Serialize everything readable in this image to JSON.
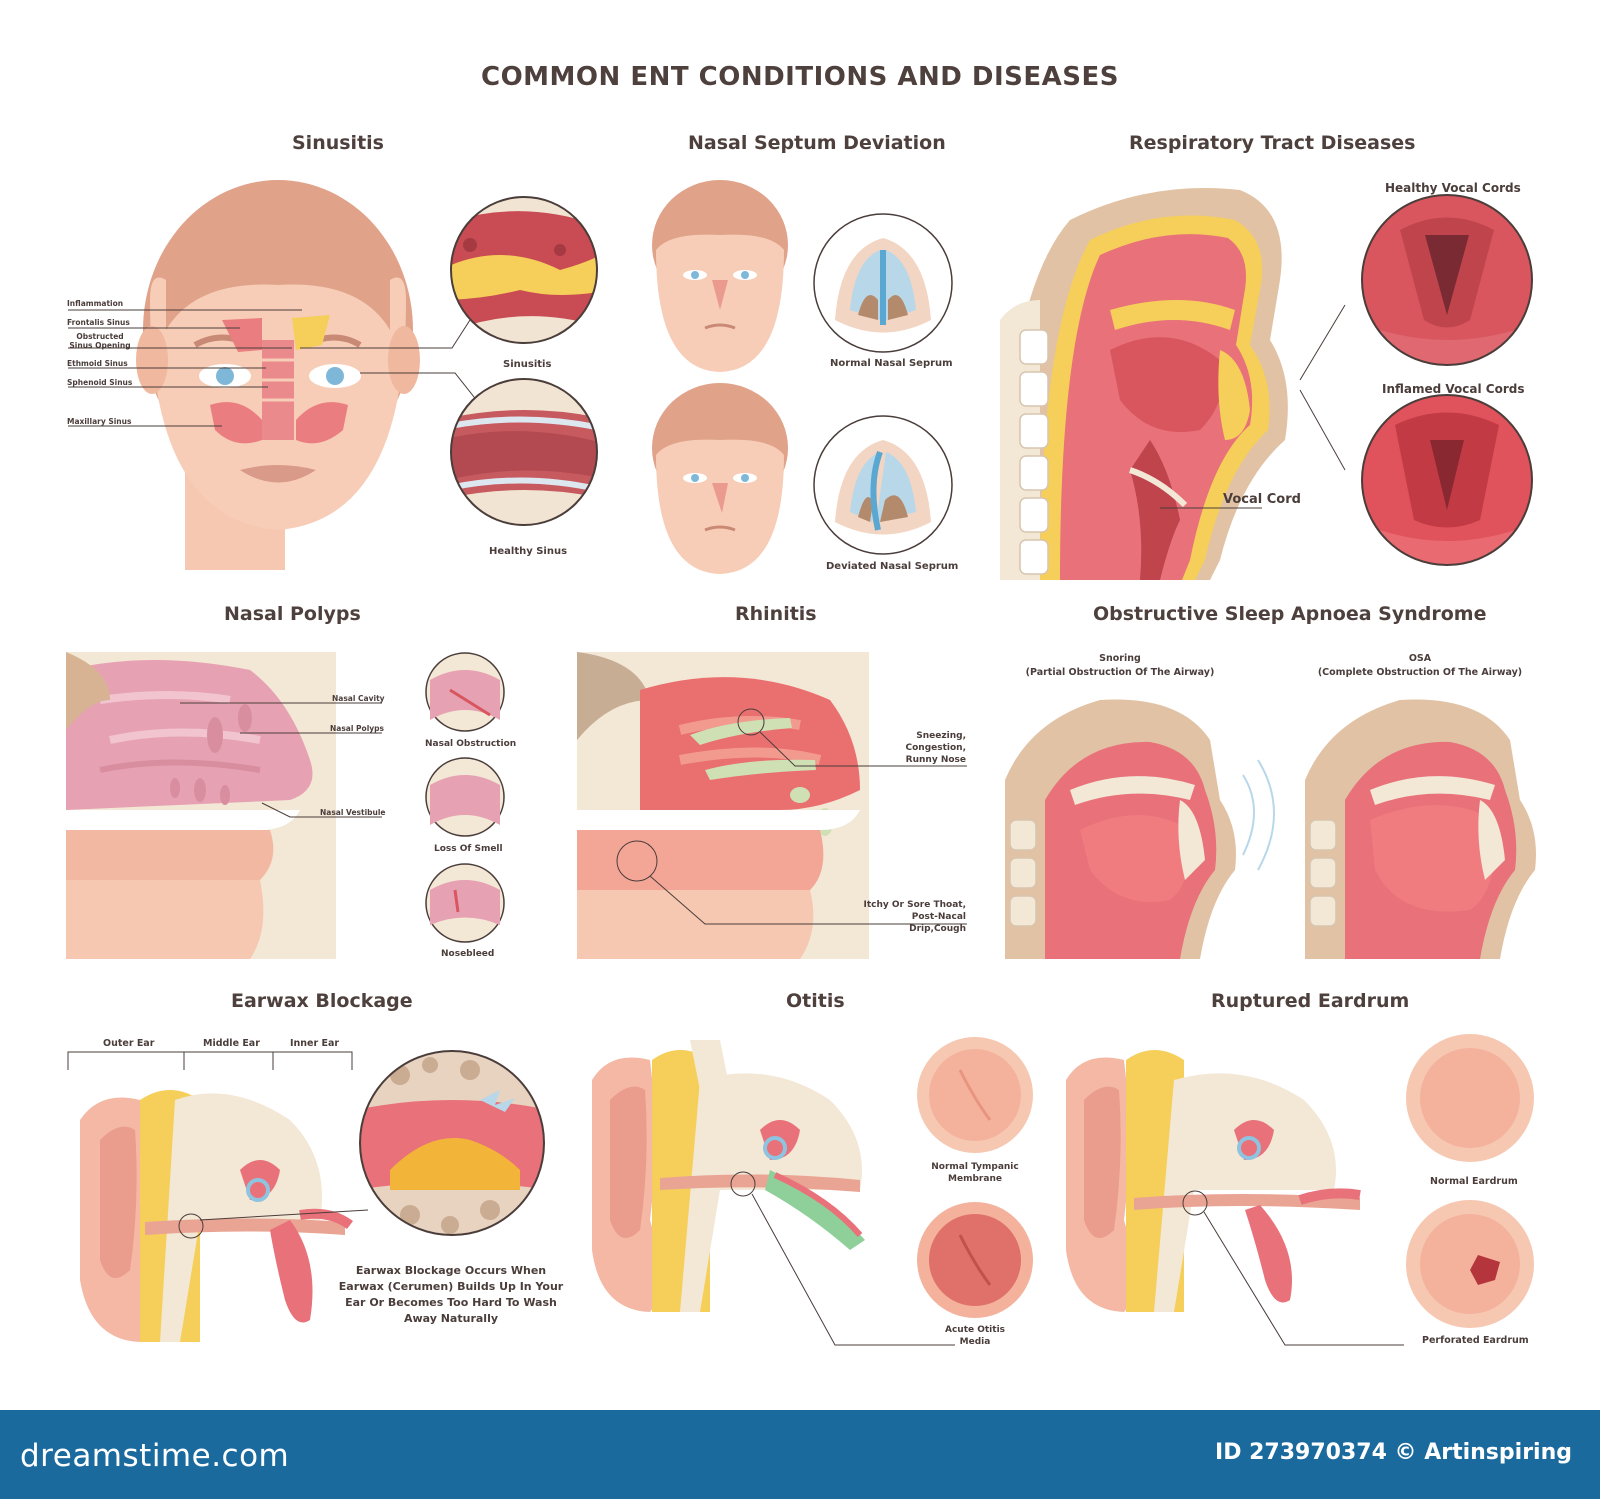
{
  "title": "COMMON ENT CONDITIONS AND DISEASES",
  "sections": {
    "sinusitis": {
      "title": "Sinusitis",
      "labels": [
        "Inflammation",
        "Frontalis Sinus",
        "Obstructed Sinus Opening",
        "Ethmoid Sinus",
        "Sphenoid Sinus",
        "Maxillary Sinus"
      ],
      "circle_top": "Sinusitis",
      "circle_bottom": "Healthy Sinus"
    },
    "septum": {
      "title": "Nasal Septum Deviation",
      "normal": "Normal Nasal Seprum",
      "deviated": "Deviated Nasal Seprum"
    },
    "respiratory": {
      "title": "Respiratory Tract Diseases",
      "healthy": "Healthy Vocal Cords",
      "inflamed": "Inflamed Vocal Cords",
      "vocal_cord": "Vocal Cord"
    },
    "polyps": {
      "title": "Nasal Polyps",
      "labels": [
        "Nasal Cavity",
        "Nasal Polyps",
        "Nasal Vestibule"
      ],
      "circles": [
        "Nasal Obstruction",
        "Loss Of Smell",
        "Nosebleed"
      ]
    },
    "rhinitis": {
      "title": "Rhinitis",
      "symptoms_top": "Sneezing, Congestion, Runny Nose",
      "symptoms_bottom": "Itchy Or Sore Thoat, Post-Nacal Drip,Cough"
    },
    "apnoea": {
      "title": "Obstructive Sleep Apnoea Syndrome",
      "snoring": "Snoring",
      "snoring_note": "(Partial Obstruction Of The Airway)",
      "osa": "OSA",
      "osa_note": "(Complete Obstruction Of The Airway)"
    },
    "earwax": {
      "title": "Earwax Blockage",
      "regions": [
        "Outer Ear",
        "Middle Ear",
        "Inner Ear"
      ],
      "description": "Earwax Blockage Occurs When Earwax (Cerumen) Builds Up In Your Ear Or Becomes Too Hard To Wash Away Naturally"
    },
    "otitis": {
      "title": "Otitis",
      "normal": "Normal Tympanic Membrane",
      "acute": "Acute Otitis Media"
    },
    "eardrum": {
      "title": "Ruptured Eardrum",
      "normal": "Normal Eardrum",
      "perforated": "Perforated Eardrum"
    }
  },
  "footer": {
    "brand": "dreamstime.com",
    "credit": "ID 273970374 © Artinspiring"
  },
  "colors": {
    "footer": "#1a6a9e",
    "skin": "#f7cdb7",
    "hair": "#e2a78e",
    "tissue": "#e8717a",
    "bone": "#f3e7d6",
    "fat": "#f5cf5a"
  }
}
